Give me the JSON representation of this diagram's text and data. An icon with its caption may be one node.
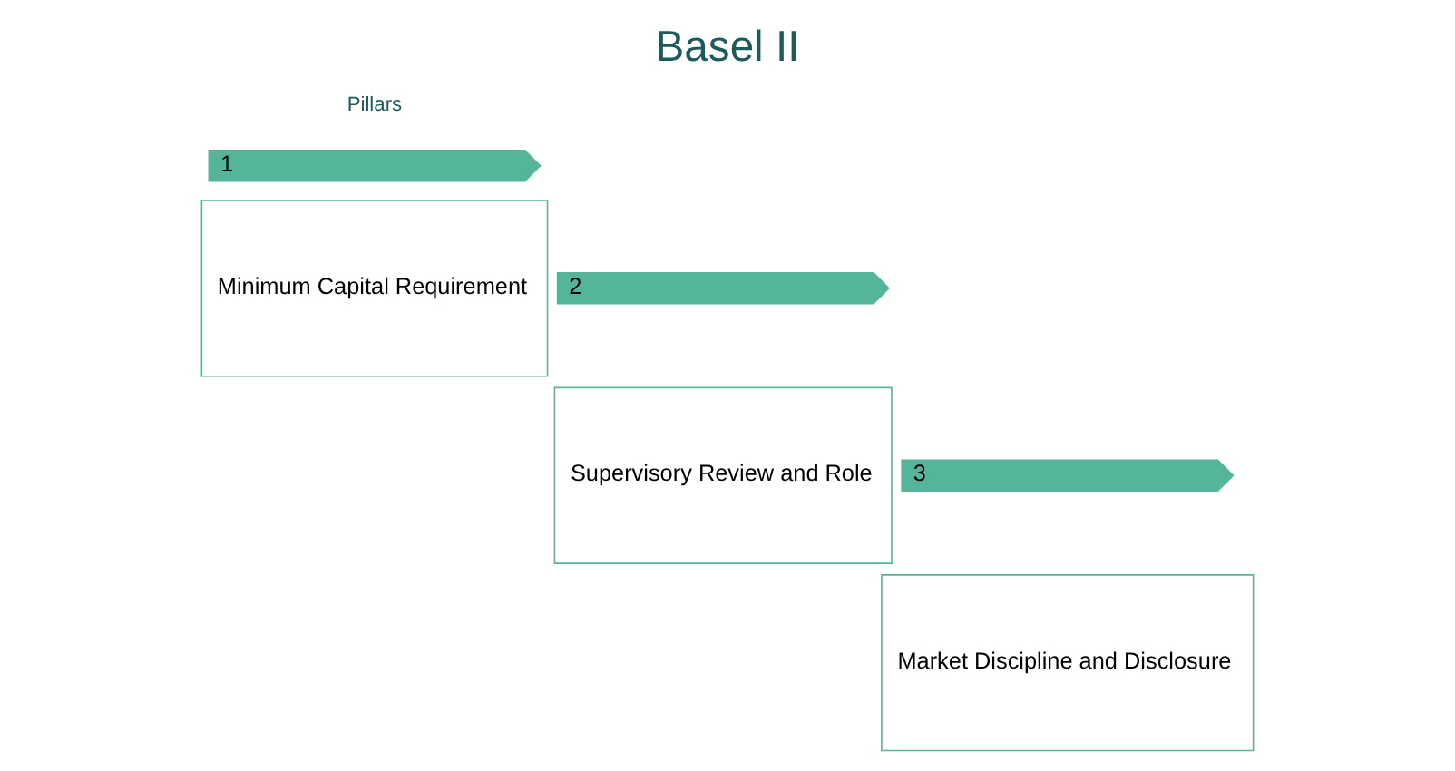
{
  "diagram": {
    "title": "Basel II",
    "nodes": [
      {
        "text": [
          "1"
        ]
      },
      {
        "text": [
          "Minimum Capital Requirement"
        ]
      },
      {
        "text": [
          "2"
        ]
      },
      {
        "text": [
          "Supervisory Review and Role"
        ]
      },
      {
        "text": [
          "3"
        ]
      },
      {
        "text": [
          "Market Discipline and Disclosure"
        ]
      }
    ],
    "edges": [],
    "labels": [
      "Pillars"
    ]
  }
}
